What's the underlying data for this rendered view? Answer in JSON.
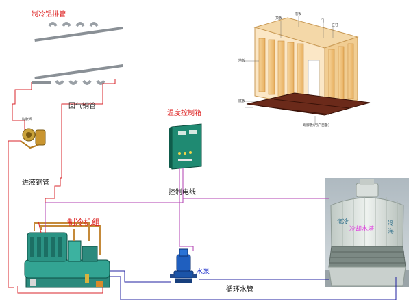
{
  "labels": {
    "evaporator": "制冷铝排管",
    "return_pipe": "回气铜管",
    "expansion_valve": "膨胀阀",
    "liquid_pipe": "进液铜管",
    "temp_box": "温度控制箱",
    "control_wire": "控制电线",
    "refrigeration_unit": "制冷机组",
    "pump": "水泵",
    "circulation_pipe": "循环水管",
    "cooling_tower": "冷却水塔"
  },
  "tower_panel_text": [
    "海",
    "冷",
    "冷",
    "海"
  ],
  "coldroom_callouts": [
    "顶板",
    "墙板",
    "地板",
    "底板",
    "门",
    "立柱",
    "踢脚板(用户自备)"
  ],
  "colors": {
    "refrigerant_line": "#d9262b",
    "water_line": "#2020a0",
    "power_line": "#b23fb2",
    "label_red": "#dd2222",
    "label_blue": "#2233cc",
    "unit_teal": "#2e9a8c",
    "panel_wood": "#f0c27a"
  }
}
